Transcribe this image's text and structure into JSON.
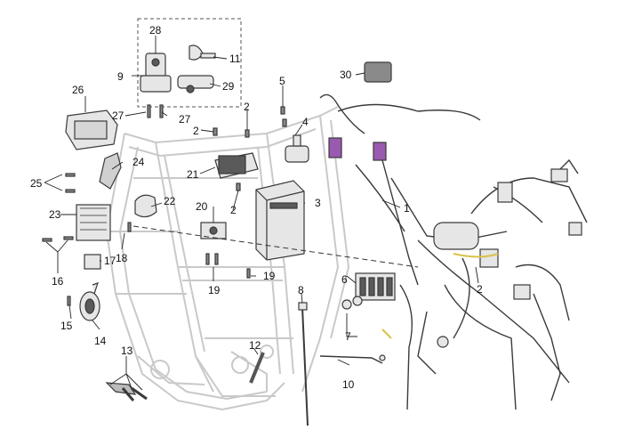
{
  "diagram": {
    "colors": {
      "frame": "#c9c9c9",
      "part_stroke": "#3a3a3a",
      "part_fill": "#e6e6e6",
      "part_dark": "#5a5a5a",
      "accent_purple": "#9a5ab0",
      "accent_yellow": "#d8c24a",
      "leader": "#222222"
    },
    "callouts": [
      "1",
      "2",
      "2",
      "2",
      "2",
      "3",
      "4",
      "5",
      "6",
      "7",
      "8",
      "9",
      "10",
      "11",
      "12",
      "13",
      "14",
      "15",
      "16",
      "17",
      "18",
      "19",
      "19",
      "20",
      "21",
      "22",
      "23",
      "24",
      "25",
      "26",
      "27",
      "27",
      "28",
      "29",
      "30"
    ]
  }
}
